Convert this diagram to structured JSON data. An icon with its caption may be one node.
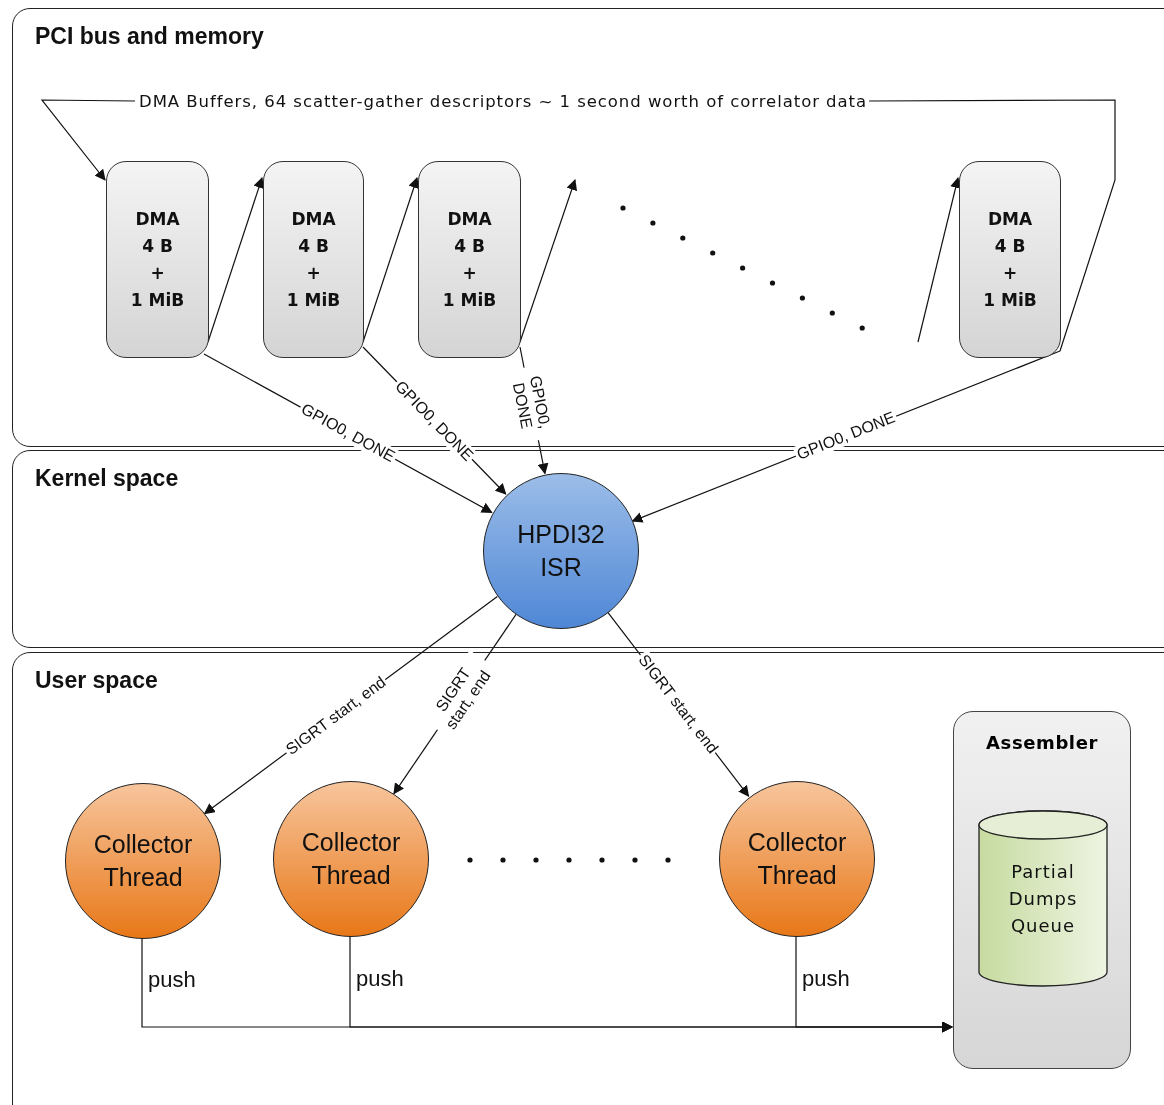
{
  "diagram": {
    "nodes": [
      {
        "text": [
          "PCI bus and memory"
        ]
      },
      {
        "text": [
          "Kernel space"
        ]
      },
      {
        "text": [
          "User space"
        ]
      },
      {
        "text": [
          "DMA Buffers, 64 scatter-gather descriptors ~ 1 second worth of correlator data"
        ],
        "in": 0
      },
      {
        "text": [
          "DMA",
          "4 B",
          "+",
          "1 MiB"
        ],
        "in": 0
      },
      {
        "text": [
          "DMA",
          "4 B",
          "+",
          "1 MiB"
        ],
        "in": 0
      },
      {
        "text": [
          "DMA",
          "4 B",
          "+",
          "1 MiB"
        ],
        "in": 0
      },
      {
        "text": [
          "DMA",
          "4 B",
          "+",
          "1 MiB"
        ],
        "in": 0
      },
      {
        "text": [
          "HPDI32 ISR"
        ],
        "in": 1
      },
      {
        "text": [
          "Collector Thread"
        ],
        "in": 2
      },
      {
        "text": [
          "Collector Thread"
        ],
        "in": 2
      },
      {
        "text": [
          "Collector Thread"
        ],
        "in": 2
      },
      {
        "text": [
          "Assembler"
        ],
        "in": 2
      },
      {
        "text": [
          "Partial Dumps Queue"
        ],
        "in": 12
      }
    ],
    "edges": [
      {
        "from": 3,
        "to": 4,
        "arrow": "to"
      },
      {
        "from": 3,
        "to": 7,
        "arrow": "none"
      },
      {
        "from": 4,
        "to": 5,
        "arrow": "to"
      },
      {
        "from": 5,
        "to": 6,
        "arrow": "to"
      },
      {
        "from": 6,
        "to": null,
        "arrow": "to"
      },
      {
        "from": null,
        "to": 7,
        "arrow": "to"
      },
      {
        "from": 4,
        "to": 8,
        "arrow": "to",
        "label": "GPIO0, DONE"
      },
      {
        "from": 5,
        "to": 8,
        "arrow": "to",
        "label": "GPIO0, DONE"
      },
      {
        "from": 6,
        "to": 8,
        "arrow": "to",
        "label": "GPIO0, DONE"
      },
      {
        "from": 7,
        "to": 8,
        "arrow": "to",
        "label": "GPIO0, DONE"
      },
      {
        "from": 8,
        "to": 9,
        "arrow": "to",
        "label": "SIGRT start, end"
      },
      {
        "from": 8,
        "to": 10,
        "arrow": "to",
        "label": "SIGRT start, end"
      },
      {
        "from": 8,
        "to": 11,
        "arrow": "to",
        "label": "SIGRT start, end"
      },
      {
        "from": 9,
        "to": 12,
        "arrow": "to",
        "label": "push"
      },
      {
        "from": 10,
        "to": 12,
        "arrow": "to",
        "label": "push"
      },
      {
        "from": 11,
        "to": 12,
        "arrow": "to",
        "label": "push"
      }
    ]
  }
}
